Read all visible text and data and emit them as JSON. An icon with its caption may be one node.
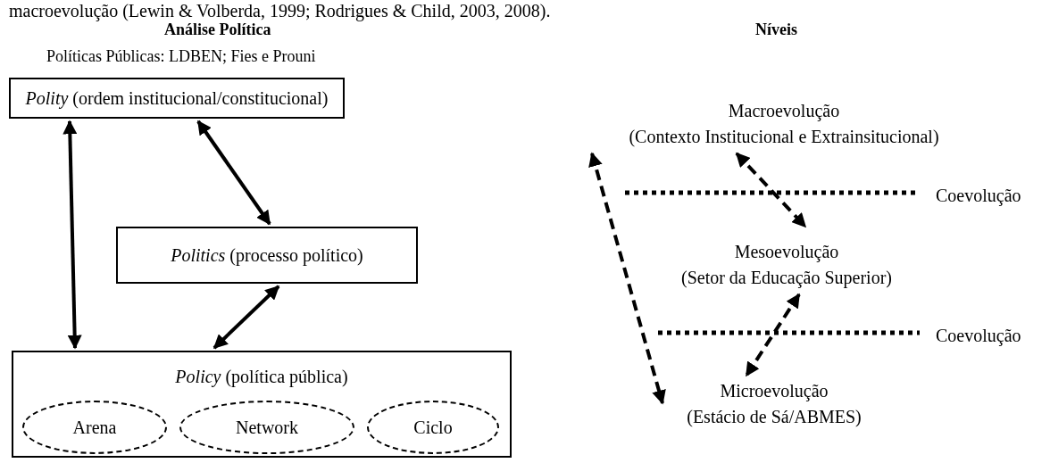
{
  "diagram": {
    "nodes": [
      {
        "text": [
          "*Polity* (ordem institucional/constitucional)"
        ]
      },
      {
        "text": [
          "*Politics* (processo político)"
        ]
      },
      {
        "text": [
          "*Policy* (política pública)"
        ]
      },
      {
        "text": [
          "Arena"
        ],
        "in": 2
      },
      {
        "text": [
          "Network"
        ],
        "in": 2
      },
      {
        "text": [
          "Ciclo"
        ],
        "in": 2
      },
      {
        "text": [
          "Macroevolução",
          "(Contexto Institucional e Extrainsitucional)"
        ]
      },
      {
        "text": [
          "Mesoevolução",
          "(Setor da Educação Superior)"
        ]
      },
      {
        "text": [
          "Microevolução",
          "(Estácio de Sá/ABMES)"
        ]
      }
    ],
    "edges": [
      {
        "from": 0,
        "to": 1,
        "arrow": "both"
      },
      {
        "from": 0,
        "to": 2,
        "arrow": "both"
      },
      {
        "from": 1,
        "to": 2,
        "arrow": "both"
      },
      {
        "from": 6,
        "to": 7,
        "arrow": "both",
        "style": "dashed"
      },
      {
        "from": 7,
        "to": 8,
        "arrow": "both",
        "style": "dashed"
      },
      {
        "from": 6,
        "to": 8,
        "arrow": "both",
        "style": "dashed"
      }
    ],
    "labels": [
      "macroevolução (Lewin & Volberda, 1999; Rodrigues & Child, 2003, 2008).",
      "Análise Política",
      "Níveis",
      "Políticas Públicas: LDBEN; Fies e Prouni",
      "Coevolução",
      "Coevolução"
    ]
  }
}
